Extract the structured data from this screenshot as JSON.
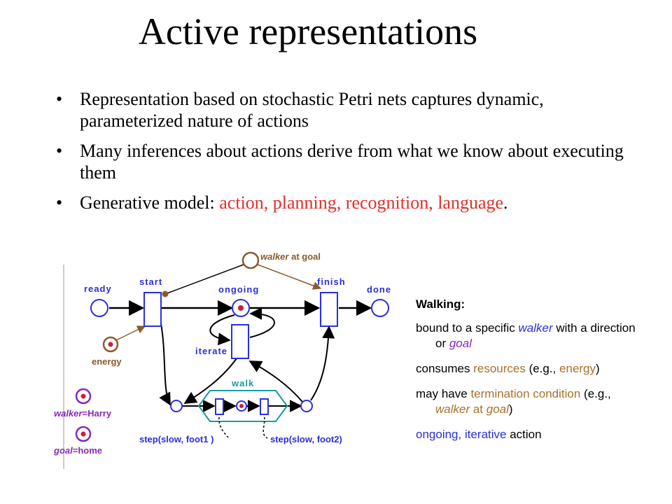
{
  "slide": {
    "title": "Active representations",
    "bullets": [
      {
        "parts": [
          {
            "text": "Representation based on stochastic Petri nets captures dynamic, parameterized nature of actions",
            "color": "black"
          }
        ]
      },
      {
        "parts": [
          {
            "text": "Many inferences about actions derive from what we know about executing them",
            "color": "black"
          }
        ]
      },
      {
        "parts": [
          {
            "text": "Generative model: ",
            "color": "black"
          },
          {
            "text": "action, planning, recognition, language",
            "color": "red"
          },
          {
            "text": ".",
            "color": "black"
          }
        ]
      }
    ]
  },
  "diagram": {
    "labels": {
      "ready": "ready",
      "start": "start",
      "ongoing": "ongoing",
      "finish": "finish",
      "done": "done",
      "iterate": "iterate",
      "walk": "walk",
      "energy": "energy",
      "walker_at_goal_italic": "walker",
      "walker_at_goal_rest": " at goal",
      "walker_param_italic": "walker",
      "walker_param_rest": "=Harry",
      "goal_param_italic": "goal",
      "goal_param_rest": "=home",
      "step1": "step(slow, foot1 )",
      "step2": "step(slow, foot2)"
    },
    "colors": {
      "petri_blue": "#2a2ee0",
      "place_red": "#d21a3c",
      "brown": "#8b5a2b",
      "teal": "#1a9a9a",
      "purple": "#8a28b8"
    }
  },
  "side_panel": {
    "heading": "Walking:",
    "lines": [
      [
        {
          "text": "bound to a specific ",
          "style": "plain"
        },
        {
          "text": "walker",
          "style": "blue-italic"
        },
        {
          "text": " with a direction or ",
          "style": "plain"
        },
        {
          "text": "goal",
          "style": "purple-italic"
        }
      ],
      [
        {
          "text": "consumes ",
          "style": "plain"
        },
        {
          "text": "resources",
          "style": "brown"
        },
        {
          "text": " (e.g., ",
          "style": "plain"
        },
        {
          "text": "energy",
          "style": "brown"
        },
        {
          "text": ")",
          "style": "plain"
        }
      ],
      [
        {
          "text": "may have ",
          "style": "plain"
        },
        {
          "text": "termination condition",
          "style": "brown"
        },
        {
          "text": " (e.g., ",
          "style": "plain"
        },
        {
          "text": "walker",
          "style": "brown-italic"
        },
        {
          "text": " at ",
          "style": "brown"
        },
        {
          "text": "goal",
          "style": "brown-italic"
        },
        {
          "text": ")",
          "style": "plain"
        }
      ],
      [
        {
          "text": "ongoing, iterative",
          "style": "blue"
        },
        {
          "text": " action",
          "style": "plain"
        }
      ]
    ]
  }
}
